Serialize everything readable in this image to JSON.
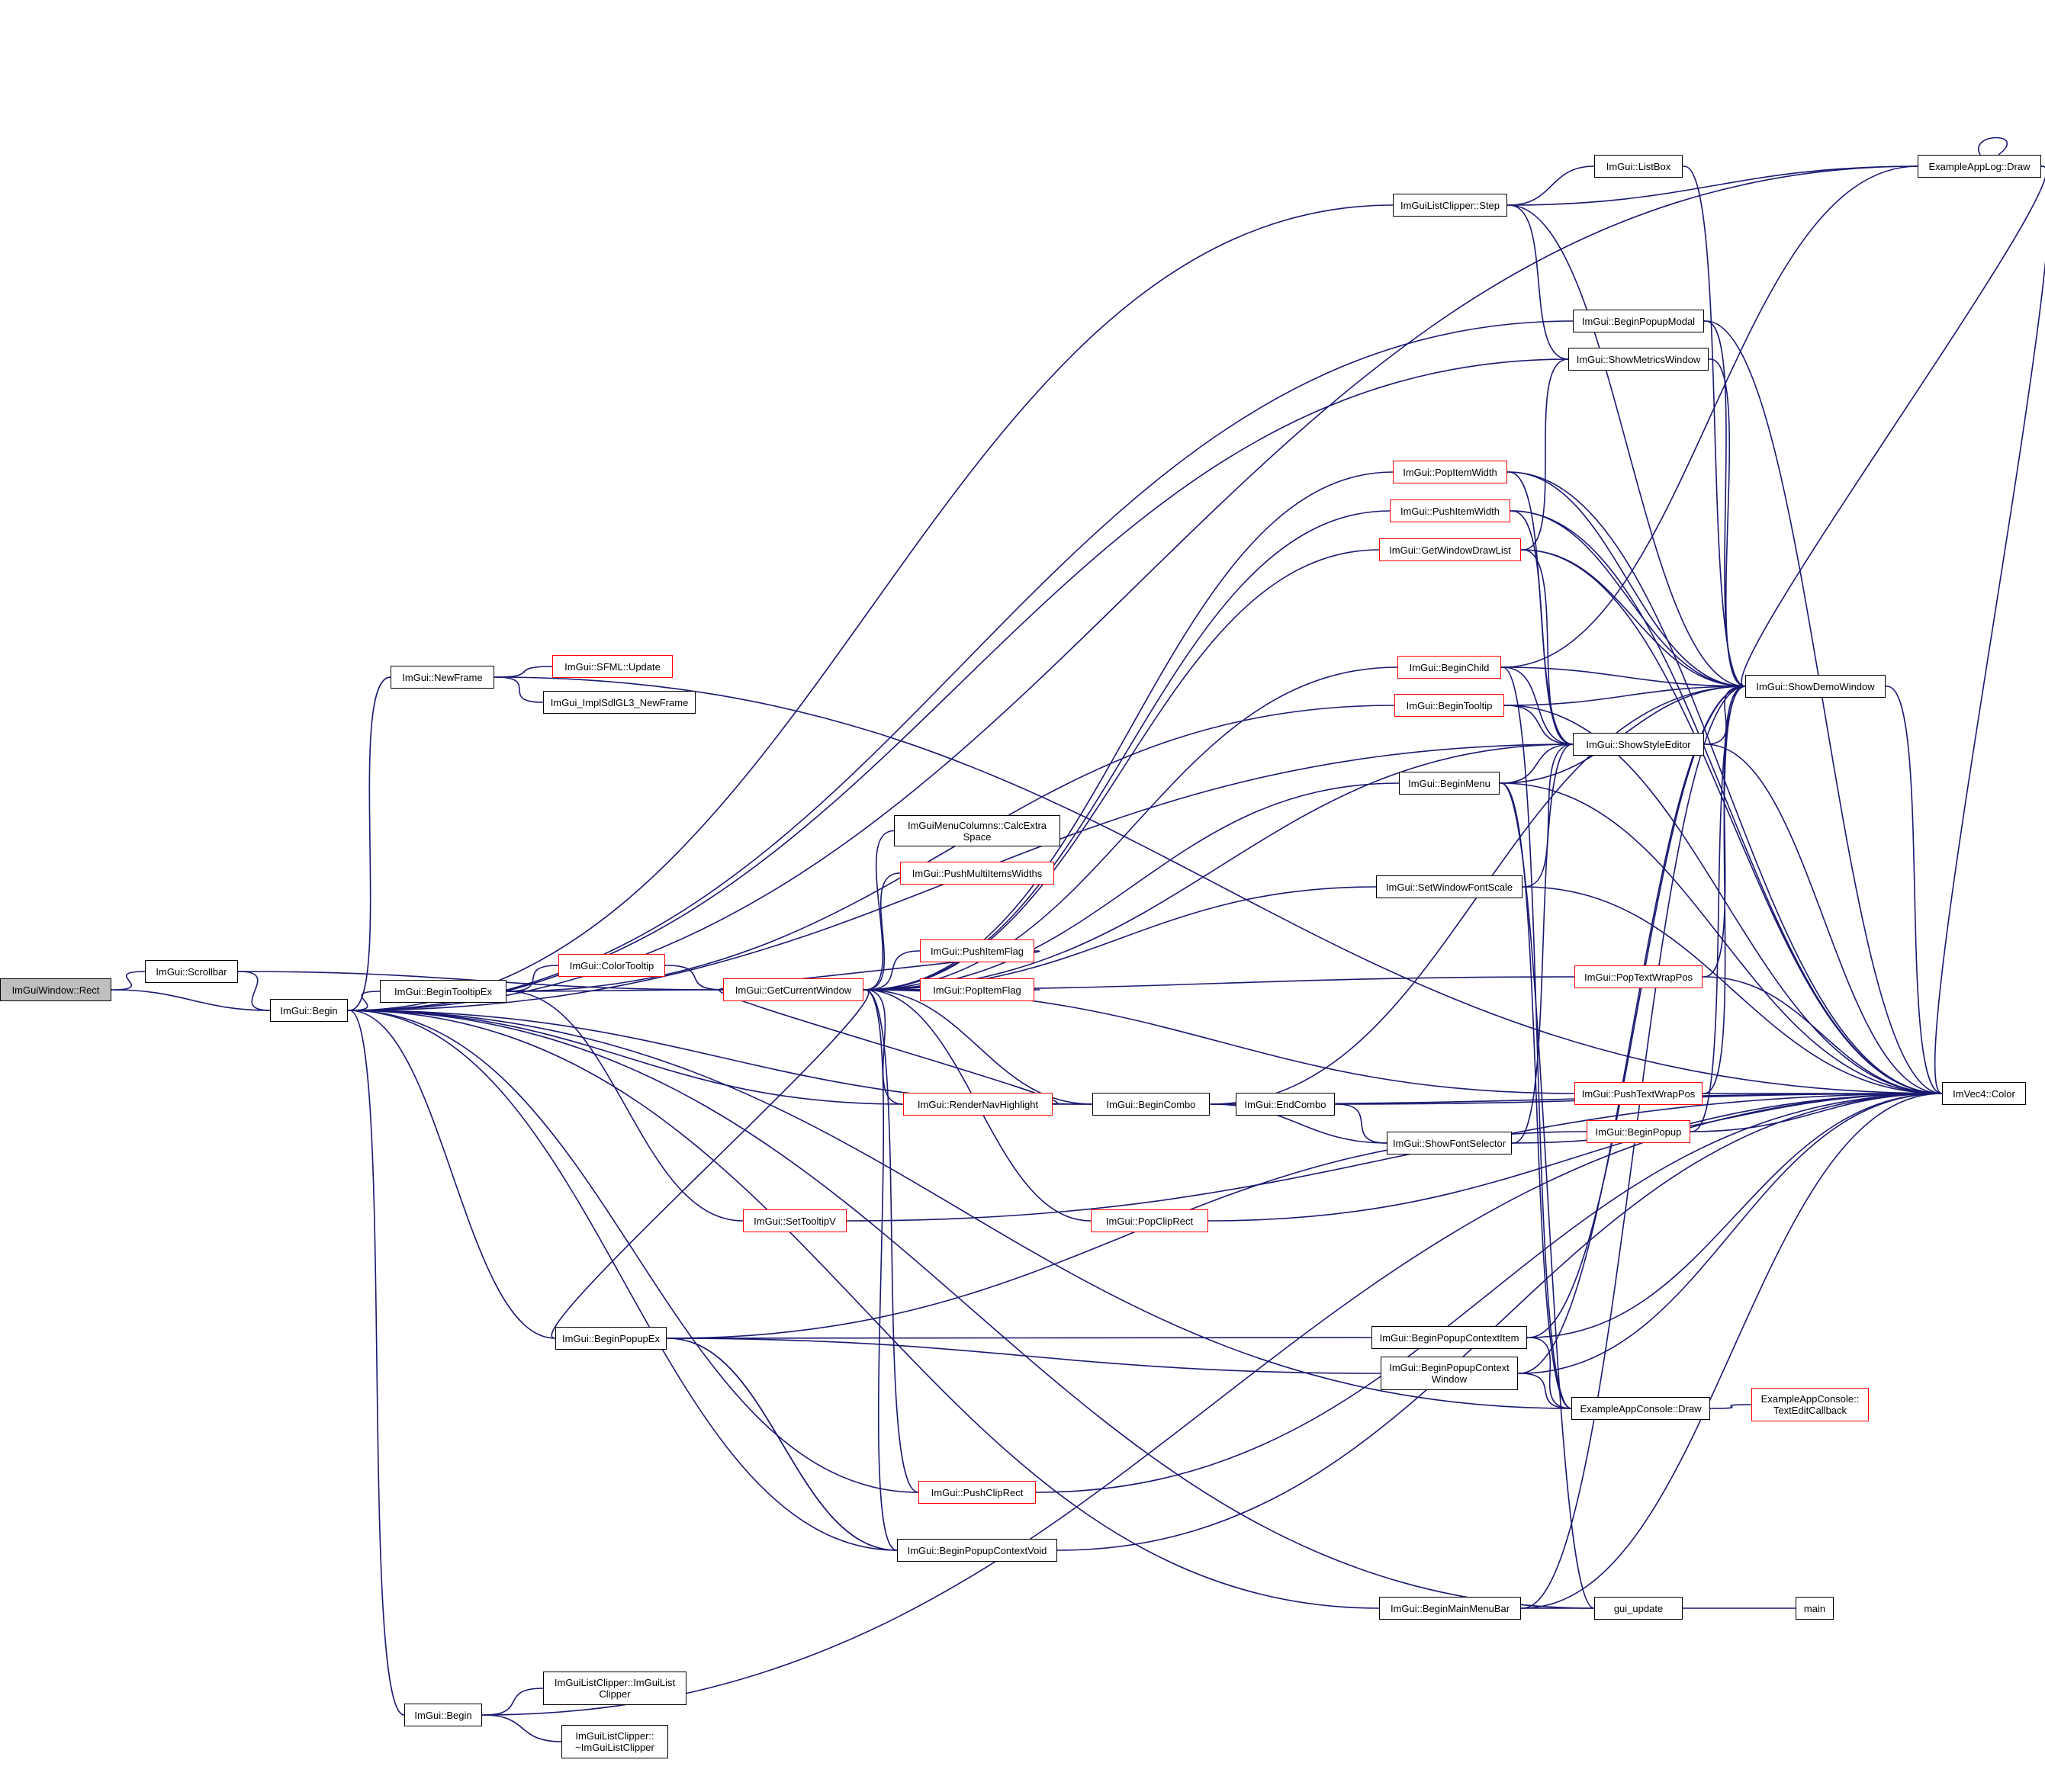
{
  "colors": {
    "edge": "#191970",
    "node_border": "#000000",
    "node_border_incomplete": "#ff0000",
    "root_fill": "#bfbfbf"
  },
  "nodes": [
    {
      "id": "rect",
      "label": "ImGuiWindow::Rect",
      "style": "root"
    },
    {
      "id": "scrollbar",
      "label": "ImGui::Scrollbar",
      "style": "normal"
    },
    {
      "id": "begin",
      "label": "ImGui::Begin",
      "style": "normal"
    },
    {
      "id": "begin2",
      "label": "ImGui::Begin",
      "style": "normal"
    },
    {
      "id": "newframe",
      "label": "ImGui::NewFrame",
      "style": "normal"
    },
    {
      "id": "sfmlupdate",
      "label": "ImGui::SFML::Update",
      "style": "red"
    },
    {
      "id": "sdlnewframe",
      "label": "ImGui_ImplSdlGL3_NewFrame",
      "style": "normal"
    },
    {
      "id": "begintooltipex",
      "label": "ImGui::BeginTooltipEx",
      "style": "normal"
    },
    {
      "id": "colortooltip",
      "label": "ImGui::ColorTooltip",
      "style": "red"
    },
    {
      "id": "getcurrentwindow",
      "label": "ImGui::GetCurrentWindow",
      "style": "red"
    },
    {
      "id": "calcextra",
      "label": "ImGuiMenuColumns::CalcExtra\nSpace",
      "style": "normal"
    },
    {
      "id": "pushmulti",
      "label": "ImGui::PushMultiItemsWidths",
      "style": "red"
    },
    {
      "id": "pushitemflag",
      "label": "ImGui::PushItemFlag",
      "style": "red"
    },
    {
      "id": "popitemflag",
      "label": "ImGui::PopItemFlag",
      "style": "red"
    },
    {
      "id": "rendernav",
      "label": "ImGui::RenderNavHighlight",
      "style": "red"
    },
    {
      "id": "settooltipv",
      "label": "ImGui::SetTooltipV",
      "style": "red"
    },
    {
      "id": "popcliprect",
      "label": "ImGui::PopClipRect",
      "style": "red"
    },
    {
      "id": "beginpopupex",
      "label": "ImGui::BeginPopupEx",
      "style": "normal"
    },
    {
      "id": "pushcliprect",
      "label": "ImGui::PushClipRect",
      "style": "red"
    },
    {
      "id": "beginpopupcontextvoid",
      "label": "ImGui::BeginPopupContextVoid",
      "style": "normal"
    },
    {
      "id": "clipperctor",
      "label": "ImGuiListClipper::ImGuiList\nClipper",
      "style": "normal"
    },
    {
      "id": "clipperdtor",
      "label": "ImGuiListClipper::\n~ImGuiListClipper",
      "style": "normal"
    },
    {
      "id": "clipperstep",
      "label": "ImGuiListClipper::Step",
      "style": "normal"
    },
    {
      "id": "popitemwidth",
      "label": "ImGui::PopItemWidth",
      "style": "red"
    },
    {
      "id": "pushitemwidth",
      "label": "ImGui::PushItemWidth",
      "style": "red"
    },
    {
      "id": "getwindowdrawlist",
      "label": "ImGui::GetWindowDrawList",
      "style": "red"
    },
    {
      "id": "beginchild",
      "label": "ImGui::BeginChild",
      "style": "red"
    },
    {
      "id": "begintooltip",
      "label": "ImGui::BeginTooltip",
      "style": "red"
    },
    {
      "id": "beginmenu",
      "label": "ImGui::BeginMenu",
      "style": "normal"
    },
    {
      "id": "setwindowfontscale",
      "label": "ImGui::SetWindowFontScale",
      "style": "normal"
    },
    {
      "id": "begincombo",
      "label": "ImGui::BeginCombo",
      "style": "normal"
    },
    {
      "id": "endcombo",
      "label": "ImGui::EndCombo",
      "style": "normal"
    },
    {
      "id": "showfontselector",
      "label": "ImGui::ShowFontSelector",
      "style": "normal"
    },
    {
      "id": "beginpopupcontextitem",
      "label": "ImGui::BeginPopupContextItem",
      "style": "normal"
    },
    {
      "id": "beginpopupcontextwindow",
      "label": "ImGui::BeginPopupContext\nWindow",
      "style": "normal"
    },
    {
      "id": "beginmainmenubar",
      "label": "ImGui::BeginMainMenuBar",
      "style": "normal"
    },
    {
      "id": "listbox",
      "label": "ImGui::ListBox",
      "style": "normal"
    },
    {
      "id": "beginpopupmodal",
      "label": "ImGui::BeginPopupModal",
      "style": "normal"
    },
    {
      "id": "showmetrics",
      "label": "ImGui::ShowMetricsWindow",
      "style": "normal"
    },
    {
      "id": "showstyleeditor",
      "label": "ImGui::ShowStyleEditor",
      "style": "normal"
    },
    {
      "id": "poptextwrappos",
      "label": "ImGui::PopTextWrapPos",
      "style": "red"
    },
    {
      "id": "pushtextwrappos",
      "label": "ImGui::PushTextWrapPos",
      "style": "red"
    },
    {
      "id": "beginpopup",
      "label": "ImGui::BeginPopup",
      "style": "red"
    },
    {
      "id": "consoledraw",
      "label": "ExampleAppConsole::Draw",
      "style": "normal"
    },
    {
      "id": "guiupdate",
      "label": "gui_update",
      "style": "normal"
    },
    {
      "id": "textedit",
      "label": "ExampleAppConsole::\nTextEditCallback",
      "style": "red"
    },
    {
      "id": "main",
      "label": "main",
      "style": "normal"
    },
    {
      "id": "showdemo",
      "label": "ImGui::ShowDemoWindow",
      "style": "normal"
    },
    {
      "id": "applogdraw",
      "label": "ExampleAppLog::Draw",
      "style": "normal"
    },
    {
      "id": "imvec4color",
      "label": "ImVec4::Color",
      "style": "normal"
    }
  ]
}
